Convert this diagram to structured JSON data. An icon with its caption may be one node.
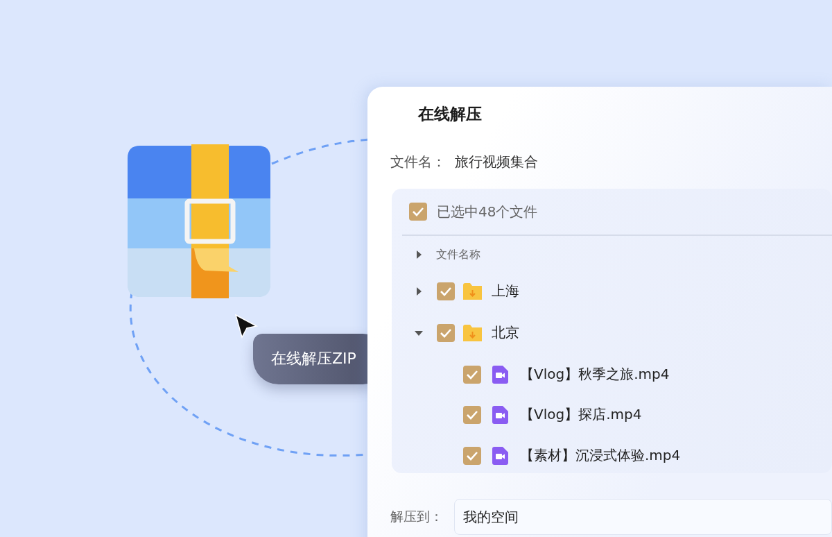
{
  "diagram": {
    "nodes": [
      {
        "text": [],
        "shape": "picture"
      },
      {
        "text": [
          "在线解压ZIP"
        ]
      },
      {
        "text": [
          "在线解压"
        ]
      },
      {
        "text": [
          "已选中48个文件"
        ],
        "in": 2
      },
      {
        "text": [
          "我的空间"
        ],
        "in": 2,
        "beside": [
          "解压到："
        ]
      }
    ],
    "edges": [
      {
        "from": 0,
        "to": 2,
        "arrow": "none",
        "style": "dashed"
      },
      {
        "from": 0,
        "to": 2,
        "arrow": "none",
        "style": "dashed"
      }
    ],
    "labels": [
      "文件名：",
      "旅行视频集合",
      "文件名称",
      "上海",
      "北京",
      "【Vlog】秋季之旅.mp4",
      "【Vlog】探店.mp4",
      "【素材】沉浸式体验.mp4"
    ]
  }
}
